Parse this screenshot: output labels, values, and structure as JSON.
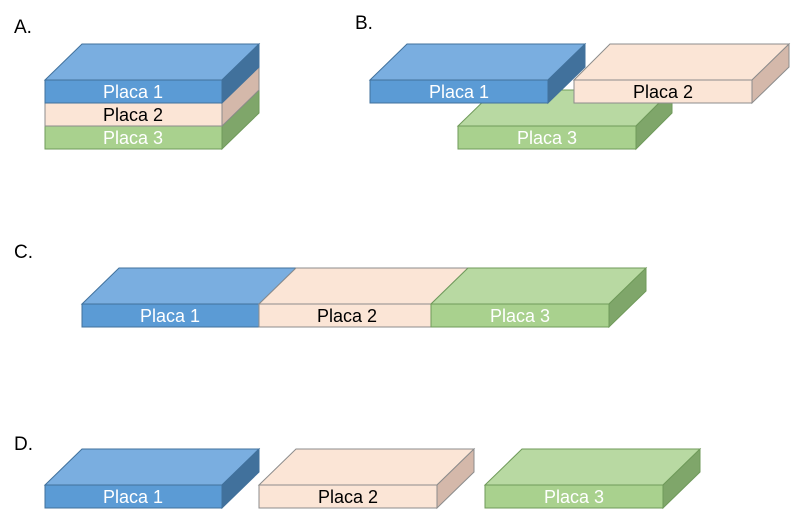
{
  "panels": [
    {
      "id": "a",
      "label": "A.",
      "plates": [
        {
          "name": "Placa 1",
          "color": "blue"
        },
        {
          "name": "Placa 2",
          "color": "peach"
        },
        {
          "name": "Placa 3",
          "color": "green"
        }
      ]
    },
    {
      "id": "b",
      "label": "B.",
      "plates": [
        {
          "name": "Placa 1",
          "color": "blue"
        },
        {
          "name": "Placa 2",
          "color": "peach"
        },
        {
          "name": "Placa 3",
          "color": "green"
        }
      ]
    },
    {
      "id": "c",
      "label": "C.",
      "plates": [
        {
          "name": "Placa 1",
          "color": "blue"
        },
        {
          "name": "Placa 2",
          "color": "peach"
        },
        {
          "name": "Placa 3",
          "color": "green"
        }
      ]
    },
    {
      "id": "d",
      "label": "D.",
      "plates": [
        {
          "name": "Placa 1",
          "color": "blue"
        },
        {
          "name": "Placa 2",
          "color": "peach"
        },
        {
          "name": "Placa 3",
          "color": "green"
        }
      ]
    }
  ],
  "colors": {
    "blue": {
      "front": "#5b9bd5",
      "top": "#7aaee0",
      "side": "#41719c",
      "stroke": "#41719c",
      "text": "#ffffff"
    },
    "peach": {
      "front": "#fbe5d6",
      "top": "#fbe5d6",
      "side": "#d4b8aa",
      "stroke": "#8c8c8c",
      "text": "#000000"
    },
    "green": {
      "front": "#a9d18e",
      "top": "#b8d9a2",
      "side": "#7fa66a",
      "stroke": "#6f9a5a",
      "text": "#ffffff"
    }
  }
}
